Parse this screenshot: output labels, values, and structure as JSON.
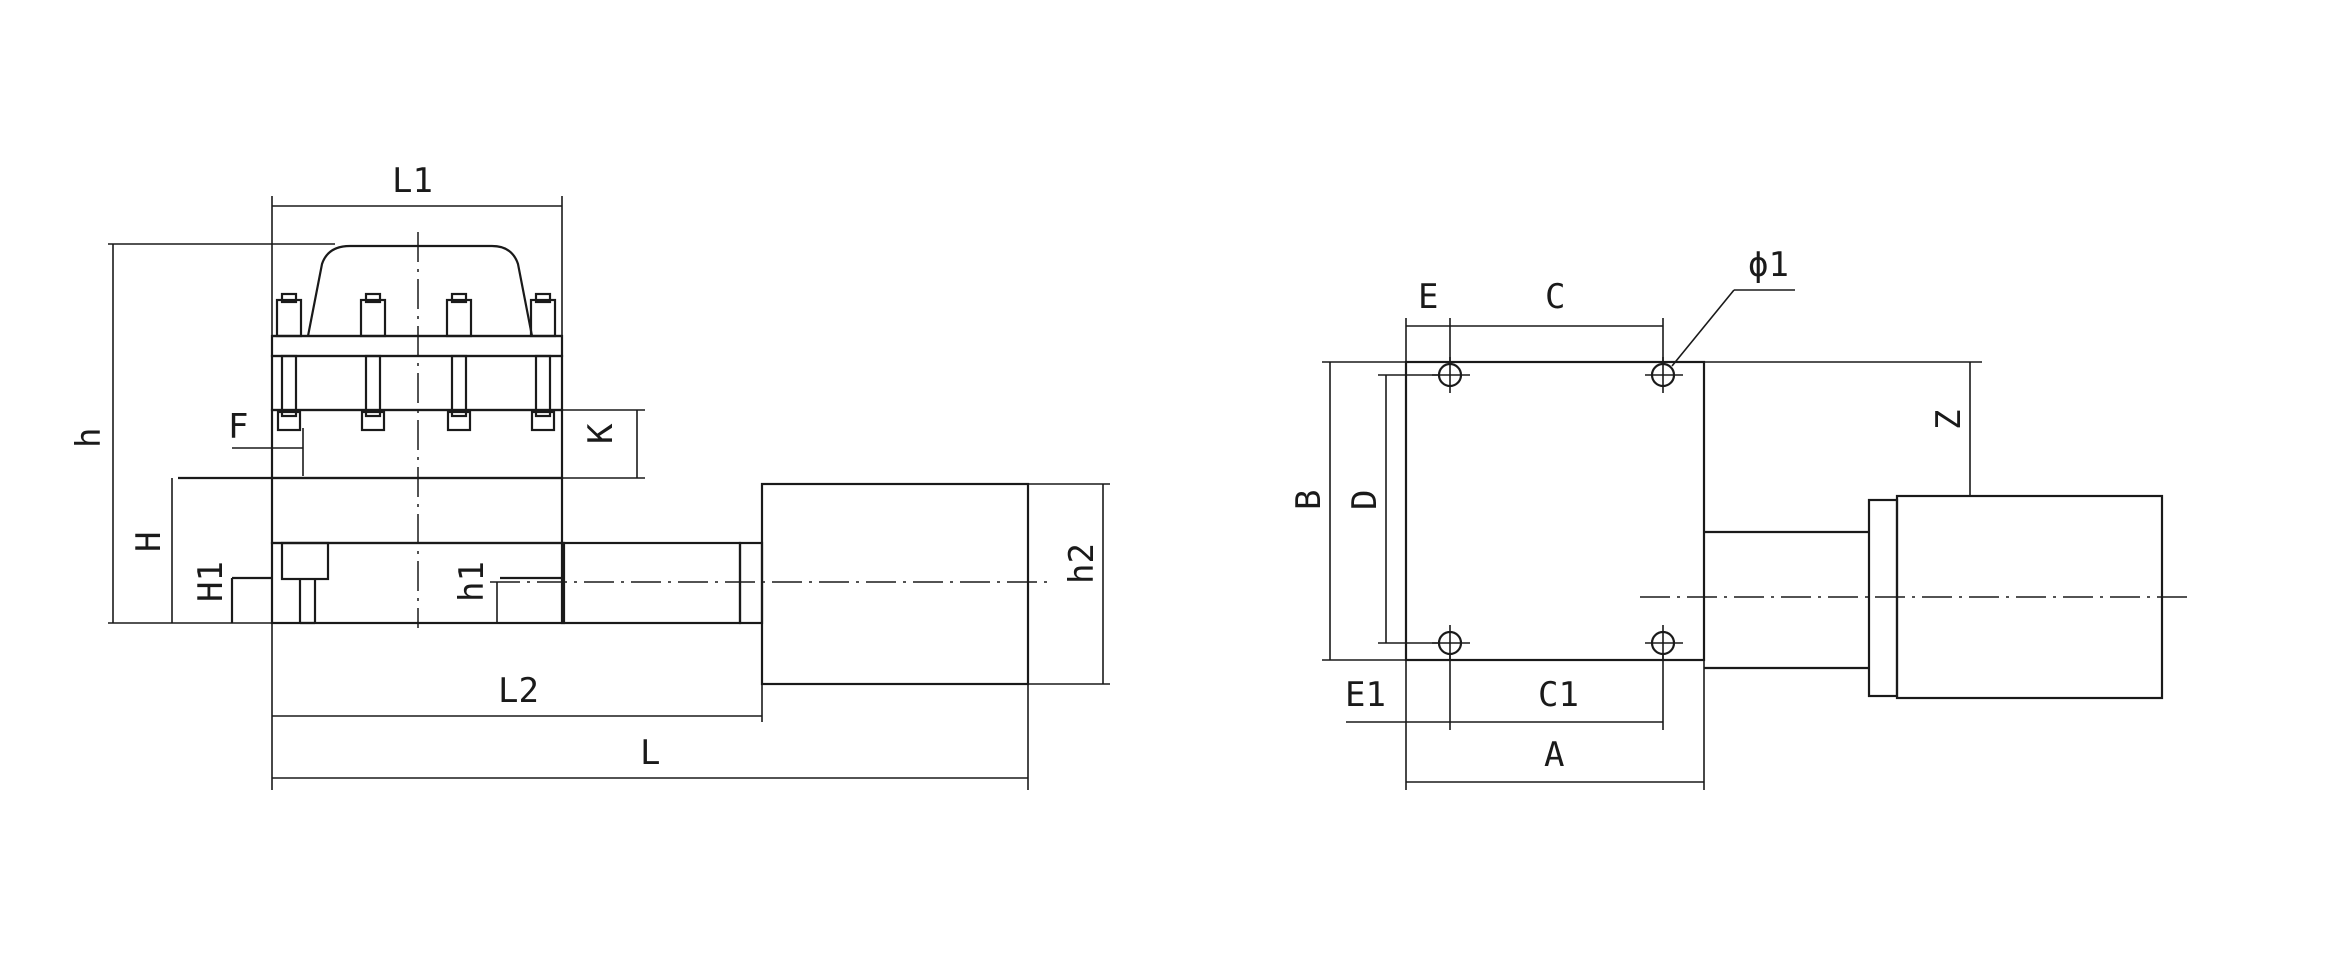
{
  "side_view": {
    "labels": {
      "L1": "L1",
      "h": "h",
      "F": "F",
      "K": "K",
      "H": "H",
      "H1": "H1",
      "h1": "h1",
      "h2": "h2",
      "L2": "L2",
      "L": "L"
    }
  },
  "plan_view": {
    "labels": {
      "E": "E",
      "C": "C",
      "phi1": "ϕ1",
      "B": "B",
      "D": "D",
      "Z": "Z",
      "E1": "E1",
      "C1": "C1",
      "A": "A"
    }
  }
}
